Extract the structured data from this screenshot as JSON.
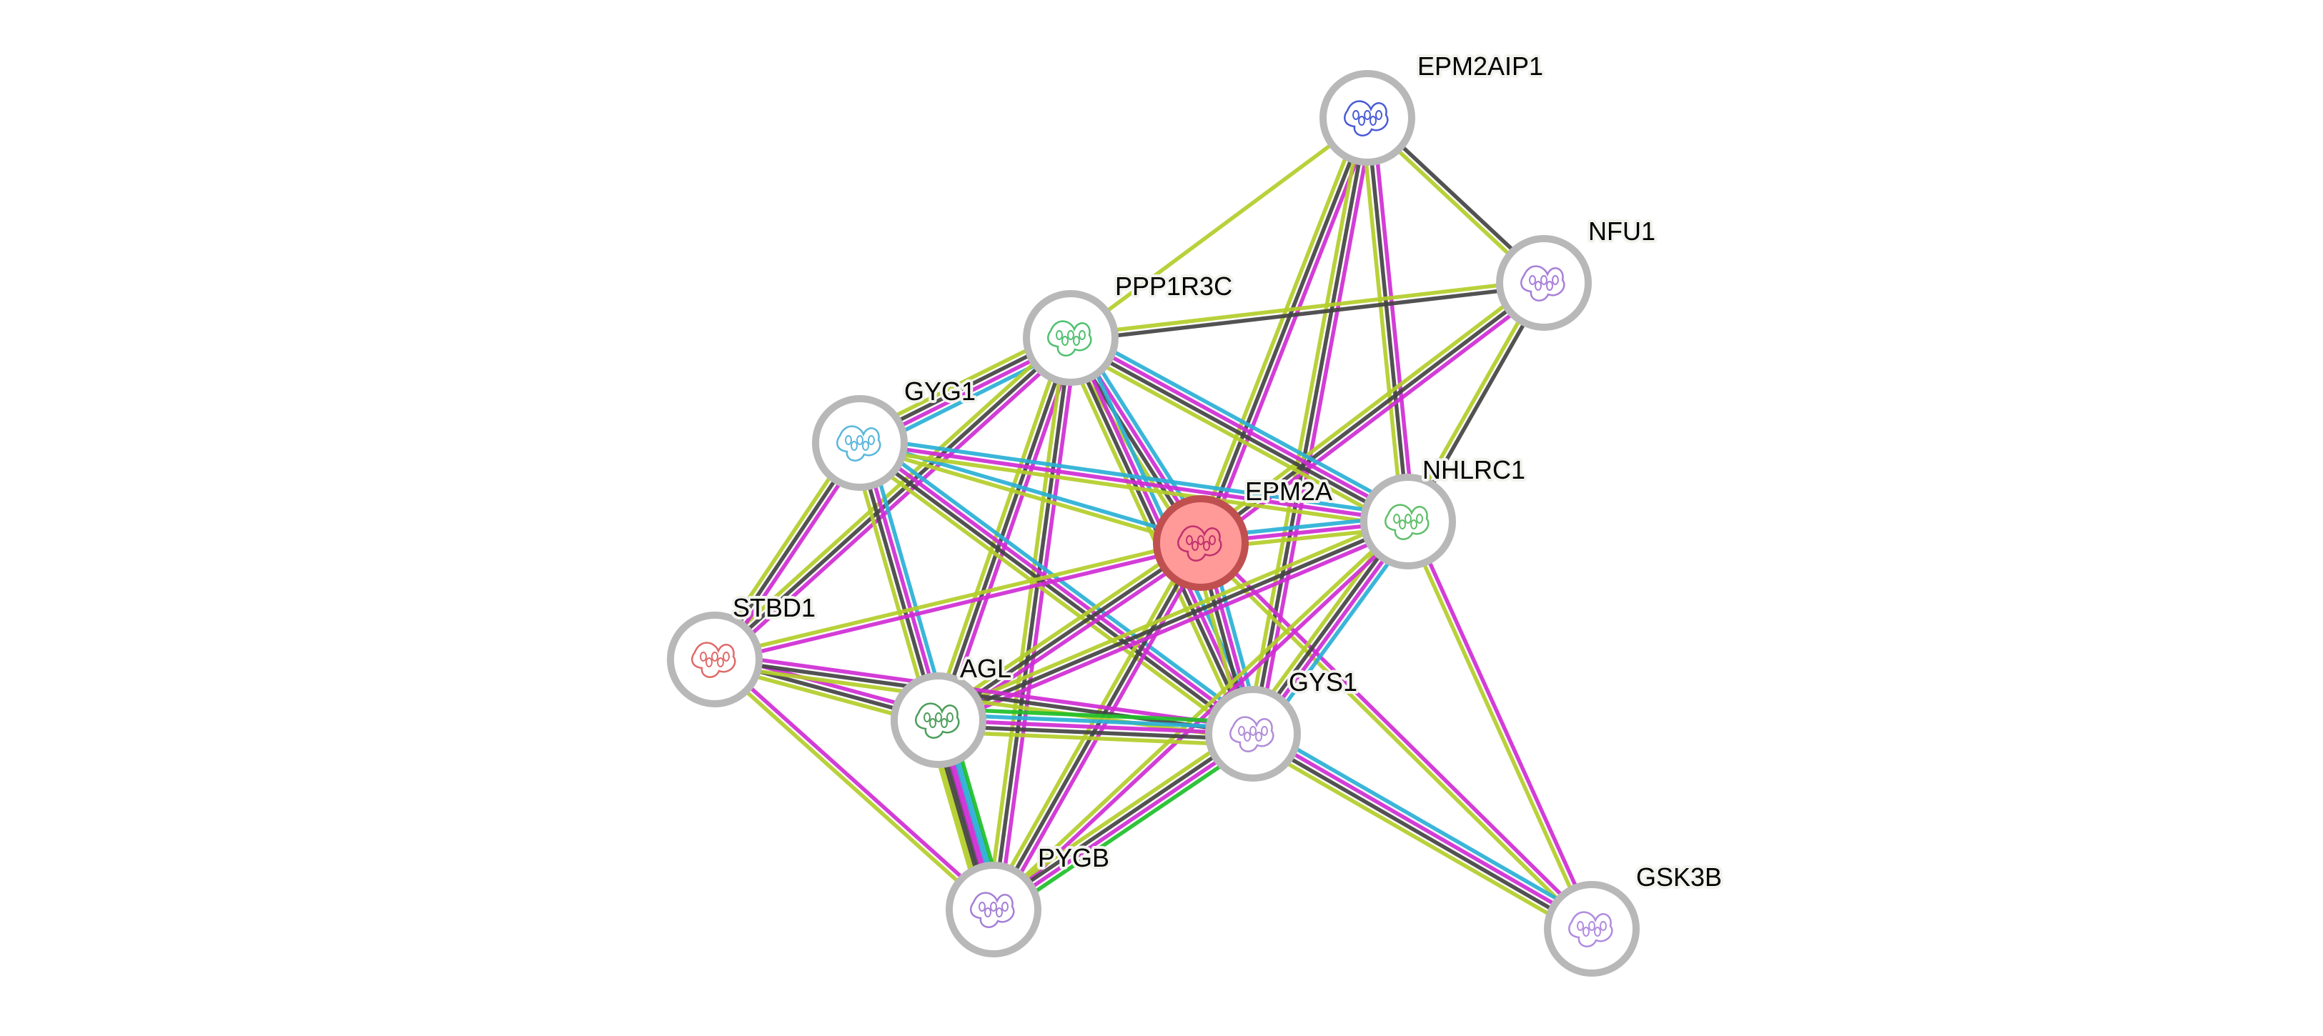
{
  "network": {
    "title": "Protein interaction network",
    "query_protein": "EPM2A",
    "channel_colors": {
      "neighborhood": "#1fbf2a",
      "database": "#2bb0d6",
      "experiment": "#d02dd4",
      "coexpression": "#444444",
      "textmining": "#b4ce2a"
    },
    "node_colors": {
      "default_fill": "#ffffff",
      "default_ring": "#b8b8b8",
      "query_fill": "#ff9a98",
      "query_ring": "#c0504f"
    },
    "nodes": [
      {
        "id": "EPM2AIP1",
        "label": "EPM2AIP1",
        "query": false,
        "structure_color": "#4a5bd6"
      },
      {
        "id": "NFU1",
        "label": "NFU1",
        "query": false,
        "structure_color": "#a77fd8"
      },
      {
        "id": "PPP1R3C",
        "label": "PPP1R3C",
        "query": false,
        "structure_color": "#4fc06f"
      },
      {
        "id": "GYG1",
        "label": "GYG1",
        "query": false,
        "structure_color": "#58b7dc"
      },
      {
        "id": "EPM2A",
        "label": "EPM2A",
        "query": true,
        "structure_color": "#c2306f"
      },
      {
        "id": "NHLRC1",
        "label": "NHLRC1",
        "query": false,
        "structure_color": "#5fbf6a"
      },
      {
        "id": "STBD1",
        "label": "STBD1",
        "query": false,
        "structure_color": "#e06a6a"
      },
      {
        "id": "AGL",
        "label": "AGL",
        "query": false,
        "structure_color": "#4c9e5a"
      },
      {
        "id": "GYS1",
        "label": "GYS1",
        "query": false,
        "structure_color": "#b08cd8"
      },
      {
        "id": "PYGB",
        "label": "PYGB",
        "query": false,
        "structure_color": "#a57fd6"
      },
      {
        "id": "GSK3B",
        "label": "GSK3B",
        "query": false,
        "structure_color": "#b18be0"
      }
    ],
    "edges": [
      {
        "a": "EPM2AIP1",
        "b": "PPP1R3C",
        "channels": [
          "textmining"
        ]
      },
      {
        "a": "EPM2AIP1",
        "b": "NFU1",
        "channels": [
          "coexpression",
          "textmining"
        ]
      },
      {
        "a": "EPM2AIP1",
        "b": "EPM2A",
        "channels": [
          "experiment",
          "coexpression",
          "textmining"
        ]
      },
      {
        "a": "EPM2AIP1",
        "b": "GYS1",
        "channels": [
          "experiment",
          "coexpression",
          "textmining"
        ]
      },
      {
        "a": "EPM2AIP1",
        "b": "NHLRC1",
        "channels": [
          "experiment",
          "coexpression",
          "textmining"
        ]
      },
      {
        "a": "NFU1",
        "b": "PPP1R3C",
        "channels": [
          "coexpression",
          "textmining"
        ]
      },
      {
        "a": "NFU1",
        "b": "NHLRC1",
        "channels": [
          "coexpression",
          "textmining"
        ]
      },
      {
        "a": "NFU1",
        "b": "EPM2A",
        "channels": [
          "experiment",
          "coexpression",
          "textmining"
        ]
      },
      {
        "a": "PPP1R3C",
        "b": "GYG1",
        "channels": [
          "database",
          "experiment",
          "coexpression",
          "textmining"
        ]
      },
      {
        "a": "PPP1R3C",
        "b": "EPM2A",
        "channels": [
          "database",
          "experiment",
          "coexpression",
          "textmining"
        ]
      },
      {
        "a": "PPP1R3C",
        "b": "NHLRC1",
        "channels": [
          "database",
          "experiment",
          "coexpression",
          "textmining"
        ]
      },
      {
        "a": "PPP1R3C",
        "b": "GYS1",
        "channels": [
          "database",
          "experiment",
          "coexpression",
          "textmining"
        ]
      },
      {
        "a": "PPP1R3C",
        "b": "AGL",
        "channels": [
          "experiment",
          "coexpression",
          "textmining"
        ]
      },
      {
        "a": "PPP1R3C",
        "b": "PYGB",
        "channels": [
          "experiment",
          "coexpression",
          "textmining"
        ]
      },
      {
        "a": "PPP1R3C",
        "b": "STBD1",
        "channels": [
          "experiment",
          "coexpression",
          "textmining"
        ]
      },
      {
        "a": "GYG1",
        "b": "EPM2A",
        "channels": [
          "database",
          "textmining"
        ]
      },
      {
        "a": "GYG1",
        "b": "NHLRC1",
        "channels": [
          "database",
          "experiment",
          "textmining"
        ]
      },
      {
        "a": "GYG1",
        "b": "GYS1",
        "channels": [
          "database",
          "experiment",
          "coexpression",
          "textmining"
        ]
      },
      {
        "a": "GYG1",
        "b": "PYGB",
        "channels": [
          "database",
          "experiment",
          "coexpression",
          "textmining"
        ]
      },
      {
        "a": "GYG1",
        "b": "STBD1",
        "channels": [
          "experiment",
          "coexpression",
          "textmining"
        ]
      },
      {
        "a": "EPM2A",
        "b": "NHLRC1",
        "channels": [
          "database",
          "experiment",
          "textmining"
        ]
      },
      {
        "a": "EPM2A",
        "b": "GYS1",
        "channels": [
          "database",
          "experiment",
          "coexpression",
          "textmining"
        ]
      },
      {
        "a": "EPM2A",
        "b": "STBD1",
        "channels": [
          "experiment",
          "textmining"
        ]
      },
      {
        "a": "EPM2A",
        "b": "AGL",
        "channels": [
          "experiment",
          "coexpression",
          "textmining"
        ]
      },
      {
        "a": "EPM2A",
        "b": "PYGB",
        "channels": [
          "experiment",
          "coexpression",
          "textmining"
        ]
      },
      {
        "a": "EPM2A",
        "b": "GSK3B",
        "channels": [
          "experiment",
          "textmining"
        ]
      },
      {
        "a": "NHLRC1",
        "b": "GYS1",
        "channels": [
          "database",
          "experiment",
          "coexpression",
          "textmining"
        ]
      },
      {
        "a": "NHLRC1",
        "b": "AGL",
        "channels": [
          "experiment",
          "coexpression",
          "textmining"
        ]
      },
      {
        "a": "NHLRC1",
        "b": "PYGB",
        "channels": [
          "experiment",
          "textmining"
        ]
      },
      {
        "a": "NHLRC1",
        "b": "GSK3B",
        "channels": [
          "experiment",
          "textmining"
        ]
      },
      {
        "a": "STBD1",
        "b": "AGL",
        "channels": [
          "experiment",
          "coexpression",
          "textmining"
        ]
      },
      {
        "a": "STBD1",
        "b": "GYS1",
        "channels": [
          "experiment",
          "coexpression",
          "textmining"
        ]
      },
      {
        "a": "STBD1",
        "b": "PYGB",
        "channels": [
          "experiment",
          "textmining"
        ]
      },
      {
        "a": "AGL",
        "b": "GYS1",
        "channels": [
          "neighborhood",
          "database",
          "experiment",
          "coexpression",
          "textmining"
        ]
      },
      {
        "a": "AGL",
        "b": "PYGB",
        "channels": [
          "neighborhood",
          "database",
          "experiment",
          "coexpression",
          "textmining"
        ]
      },
      {
        "a": "GYS1",
        "b": "PYGB",
        "channels": [
          "neighborhood",
          "experiment",
          "coexpression",
          "textmining"
        ]
      },
      {
        "a": "GYS1",
        "b": "GSK3B",
        "channels": [
          "database",
          "experiment",
          "coexpression",
          "textmining"
        ]
      }
    ]
  }
}
